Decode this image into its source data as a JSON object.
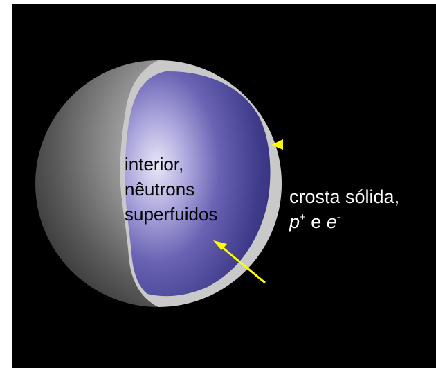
{
  "interior_label": {
    "line1": "interior,",
    "line2": "nêutrons",
    "line3": "superfuidos"
  },
  "crust_label": {
    "line1": "crosta sólida,",
    "p": "p",
    "p_sup": "+",
    "conj": " e ",
    "e": "e",
    "e_sup": "-"
  },
  "colors": {
    "background": "#000000",
    "interior": "#3e3a86",
    "crust": "#c9c9c9",
    "outer_surface": "#7b7b7b",
    "arrows": "#ffff00"
  }
}
